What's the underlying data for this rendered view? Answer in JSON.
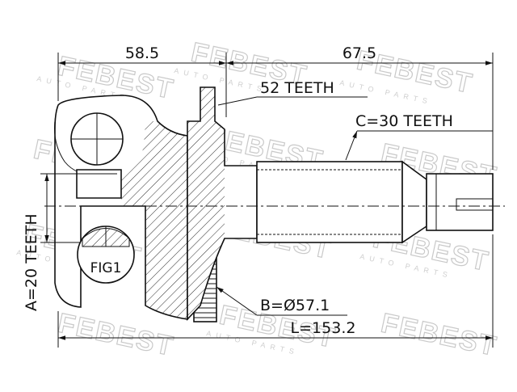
{
  "watermark": {
    "brand": "FEBEST",
    "sub": "AUTO PARTS"
  },
  "dimensions": {
    "outer_length": "58.5",
    "shaft_length": "67.5",
    "total_length": "L=153.2"
  },
  "annotations": {
    "outer_teeth": "52 TEETH",
    "shaft_teeth": "C=30 TEETH",
    "inner_teeth": "A=20 TEETH",
    "abs_ring": "B=Ø57.1",
    "figure_label": "FIG1"
  }
}
